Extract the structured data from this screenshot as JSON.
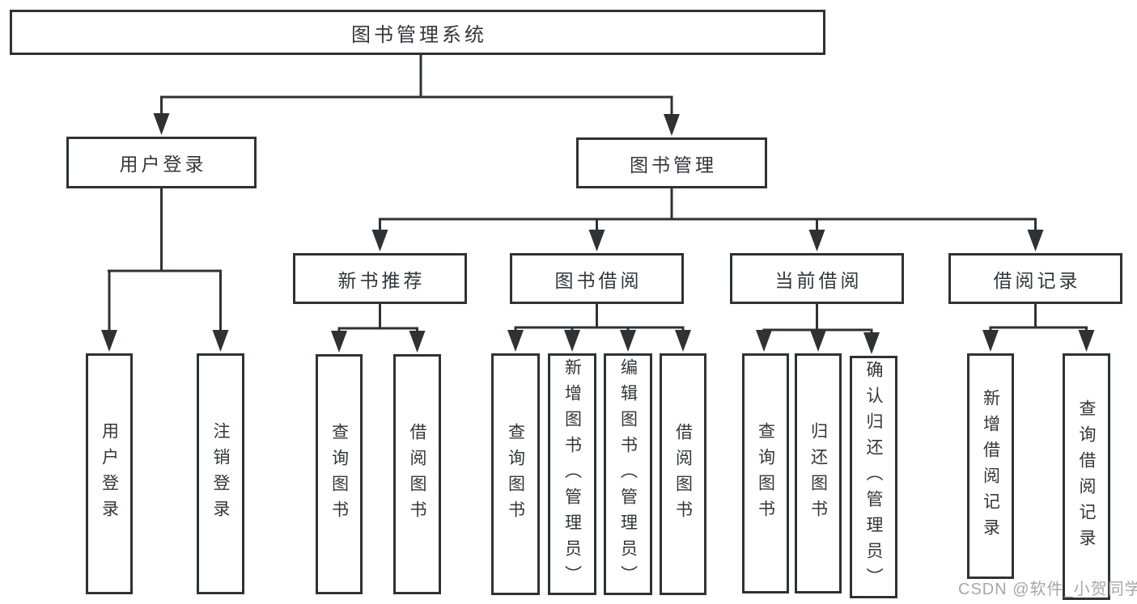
{
  "diagram": {
    "root": {
      "label": "图书管理系统",
      "children": [
        {
          "label": "用户登录",
          "children": [
            {
              "label": "用户登录"
            },
            {
              "label": "注销登录"
            }
          ]
        },
        {
          "label": "图书管理",
          "children": [
            {
              "label": "新书推荐",
              "children": [
                {
                  "label": "查询图书"
                },
                {
                  "label": "借阅图书"
                }
              ]
            },
            {
              "label": "图书借阅",
              "children": [
                {
                  "label": "查询图书"
                },
                {
                  "label": "新增图书（管理员）"
                },
                {
                  "label": "编辑图书（管理员）"
                },
                {
                  "label": "借阅图书"
                }
              ]
            },
            {
              "label": "当前借阅",
              "children": [
                {
                  "label": "查询图书"
                },
                {
                  "label": "归还图书"
                },
                {
                  "label": "确认归还（管理员）"
                }
              ]
            },
            {
              "label": "借阅记录",
              "children": [
                {
                  "label": "新增借阅记录"
                },
                {
                  "label": "查询借阅记录"
                }
              ]
            }
          ]
        }
      ]
    }
  },
  "watermark": {
    "text": "CSDN @软件_小贺同学"
  },
  "colors": {
    "line": "#2f3235",
    "text": "#33363b",
    "background": "#ffffff",
    "watermark": "#9b9b9b"
  }
}
